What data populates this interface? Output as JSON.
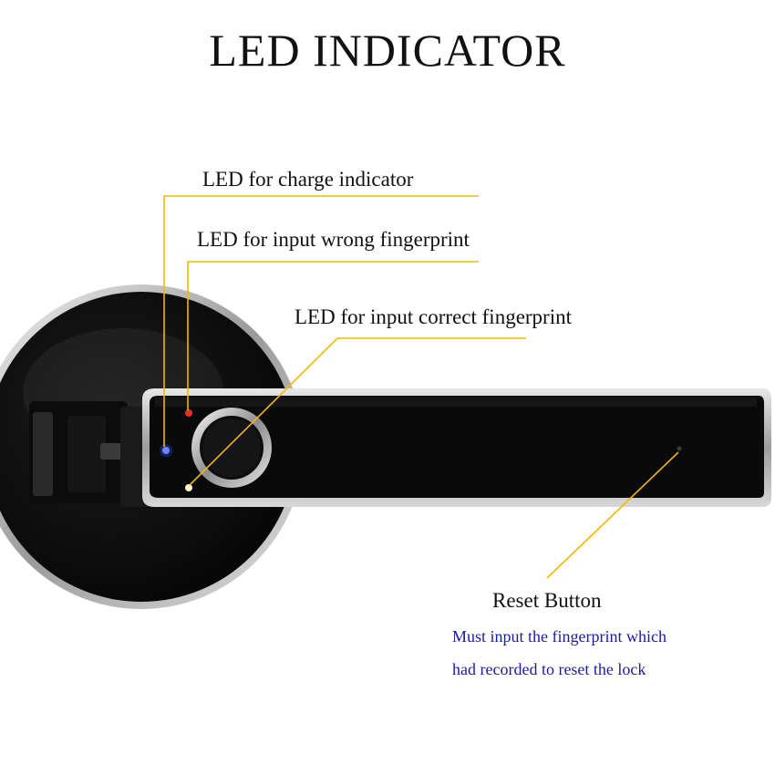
{
  "title": "LED INDICATOR",
  "callouts": {
    "charge": "LED for charge indicator",
    "wrong": "LED for input wrong fingerprint",
    "correct": "LED for input correct fingerprint",
    "reset": "Reset Button"
  },
  "reset_note": {
    "line1": "Must input the fingerprint which",
    "line2": "had recorded to reset the lock"
  },
  "colors": {
    "leader_line": "#f2b800",
    "led_blue": "#2a4dff",
    "led_red": "#e8301e",
    "led_white": "#fff6cc",
    "note_text": "#1a1aa8"
  },
  "icons": {
    "product": "fingerprint-door-lock-illustration"
  }
}
